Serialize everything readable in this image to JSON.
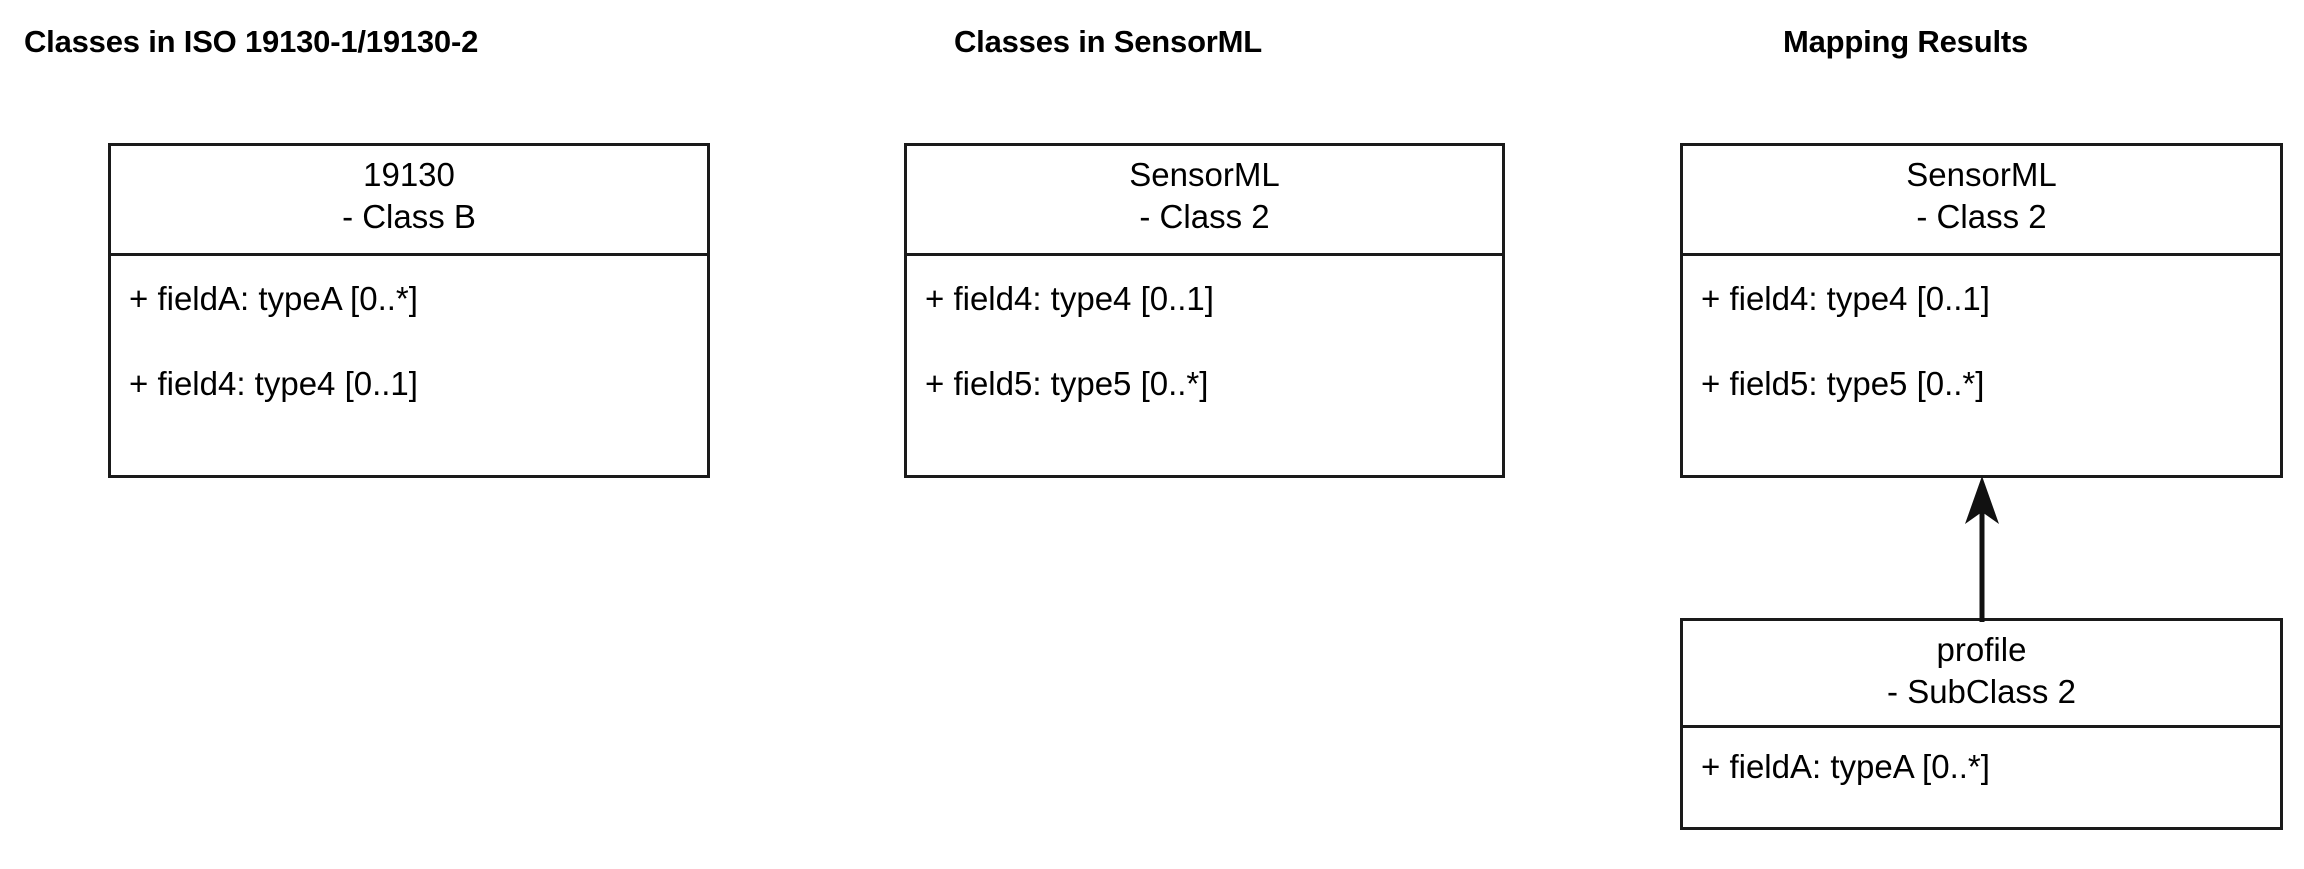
{
  "page": {
    "background_color": "#ffffff",
    "line_color": "#1a1a1a",
    "text_color": "#000000"
  },
  "columns": [
    {
      "id": "iso",
      "header": "Classes in ISO 19130-1/19130-2"
    },
    {
      "id": "sensorml",
      "header": "Classes in SensorML"
    },
    {
      "id": "results",
      "header": "Mapping Results"
    }
  ],
  "classes": {
    "iso_class_b": {
      "name_line_1": "19130",
      "name_line_2": "- Class B",
      "attributes": [
        "+ fieldA: typeA [0..*]",
        "+ field4: type4 [0..1]"
      ]
    },
    "sensorml_class_2": {
      "name_line_1": "SensorML",
      "name_line_2": "- Class 2",
      "attributes": [
        "+ field4: type4 [0..1]",
        "+ field5: type5 [0..*]"
      ]
    },
    "mapped_class_2": {
      "name_line_1": "SensorML",
      "name_line_2": "- Class 2",
      "attributes": [
        "+ field4: type4 [0..1]",
        "+ field5: type5 [0..*]"
      ]
    },
    "profile_subclass_2": {
      "name_line_1": "profile",
      "name_line_2": "- SubClass 2",
      "attributes": [
        "+ fieldA: typeA [0..*]"
      ]
    }
  },
  "relationships": [
    {
      "id": "generalization-1",
      "kind": "generalization-arrow",
      "from": "profile_subclass_2",
      "to": "mapped_class_2",
      "direction": "up"
    }
  ]
}
